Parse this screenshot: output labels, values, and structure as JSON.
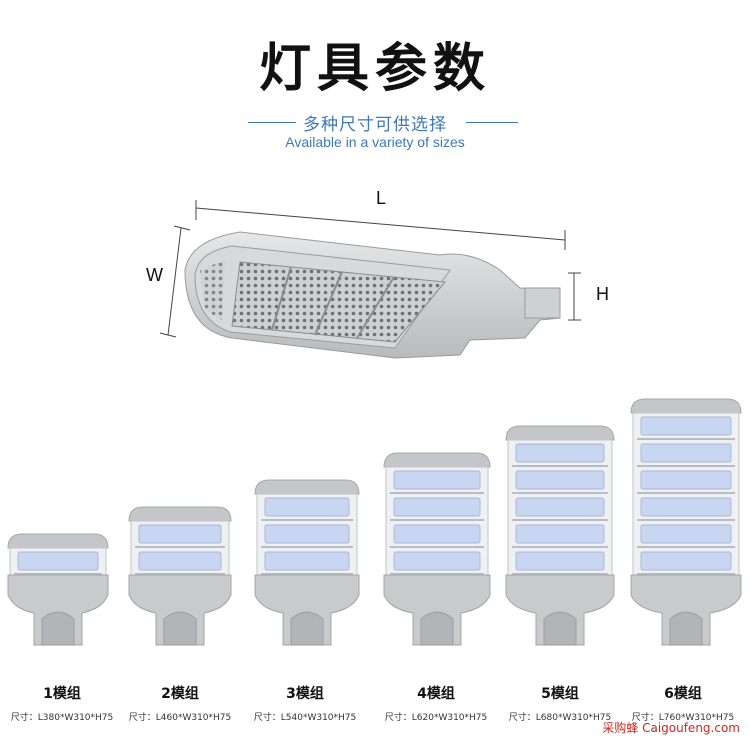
{
  "header": {
    "title": "灯具参数",
    "subtitle_cn": "多种尺寸可供选择",
    "subtitle_en": "Available in a variety of sizes"
  },
  "diagram": {
    "length_label": "L",
    "width_label": "W",
    "height_label": "H"
  },
  "models": [
    {
      "name": "1模组",
      "size": "尺寸：L380*W310*H75",
      "modules": 1
    },
    {
      "name": "2模组",
      "size": "尺寸：L460*W310*H75",
      "modules": 2
    },
    {
      "name": "3模组",
      "size": "尺寸：L540*W310*H75",
      "modules": 3
    },
    {
      "name": "4模组",
      "size": "尺寸：L620*W310*H75",
      "modules": 4
    },
    {
      "name": "5模组",
      "size": "尺寸：L680*W310*H75",
      "modules": 5
    },
    {
      "name": "6模组",
      "size": "尺寸：L760*W310*H75",
      "modules": 6
    }
  ],
  "watermark": "采购蜂 Caigoufeng.com",
  "colors": {
    "accent": "#3f78b8",
    "housing": "#c9cacc",
    "led": "#c9d6f2",
    "watermark": "#d2261c"
  }
}
